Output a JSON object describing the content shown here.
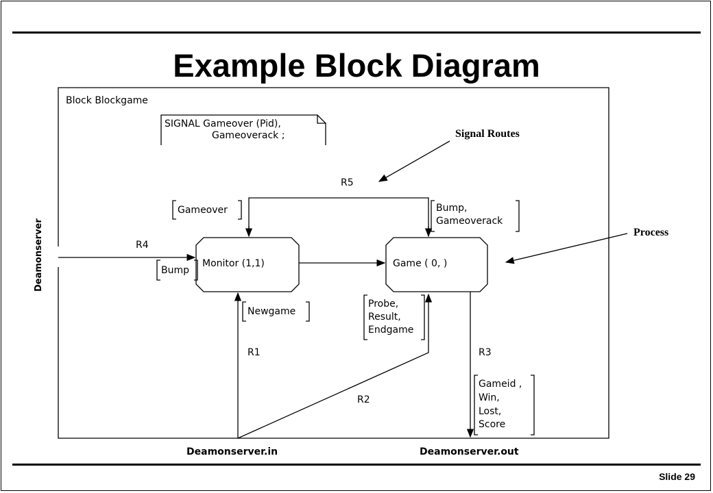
{
  "slide": {
    "title": "Example Block Diagram",
    "footer": "Slide 29"
  },
  "diagram": {
    "block_label": "Block Blockgame",
    "signal_decl_line1": "SIGNAL  Gameover (Pid),",
    "signal_decl_line2": "Gameoverack ;",
    "side_label": "Deamonserver",
    "processes": {
      "monitor": "Monitor (1,1)",
      "game": "Game ( 0, )"
    },
    "routes": {
      "r1": "R1",
      "r2": "R2",
      "r3": "R3",
      "r4": "R4",
      "r5": "R5"
    },
    "signal_lists": {
      "gameover": "Gameover",
      "bump_gameoverack_1": "Bump,",
      "bump_gameoverack_2": "Gameoverack",
      "bump": "Bump",
      "newgame": "Newgame",
      "probe": "Probe,",
      "result": "Result,",
      "endgame": "Endgame",
      "gameid": "Gameid ,",
      "win": "Win,",
      "lost": "Lost,",
      "score": "Score"
    },
    "gates": {
      "in": "Deamonserver.in",
      "out": "Deamonserver.out"
    },
    "annotations": {
      "signal_routes": "Signal Routes",
      "process": "Process"
    }
  }
}
